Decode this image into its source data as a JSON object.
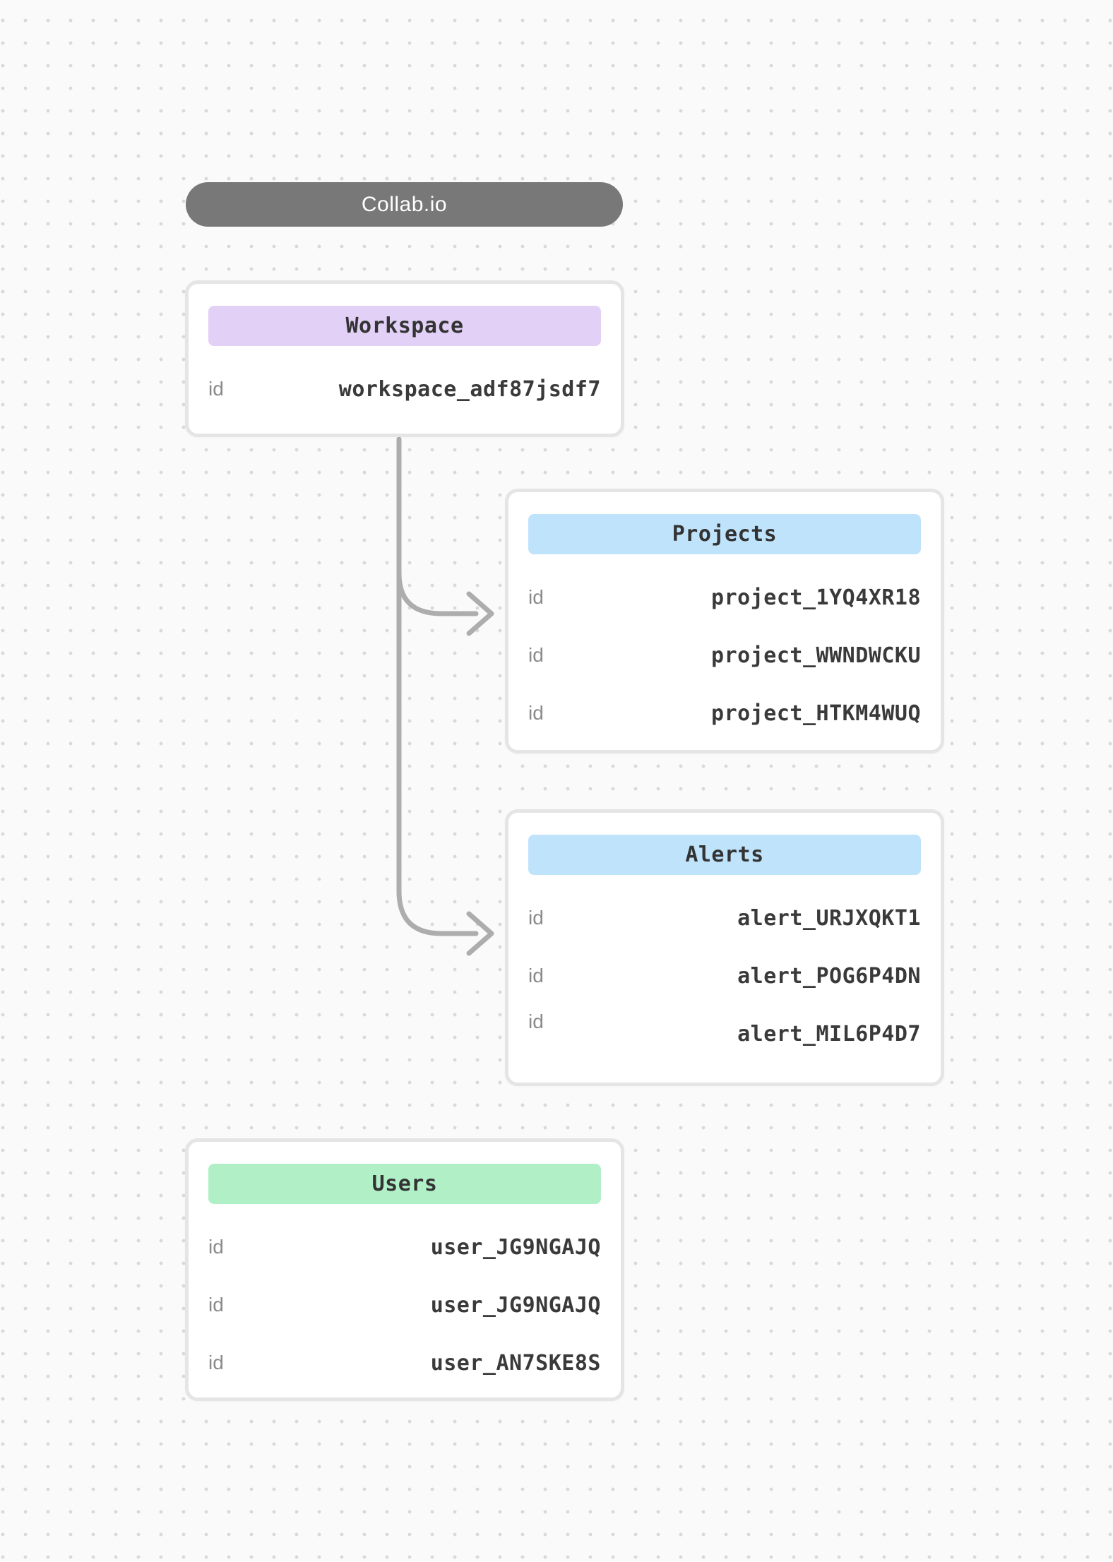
{
  "app": {
    "title": "Collab.io"
  },
  "colors": {
    "pill_bg": "#787878",
    "connector": "#adadad",
    "card_border": "#e5e5e5",
    "workspace_header_bg": "#e3d0f7",
    "projects_header_bg": "#bee3fb",
    "alerts_header_bg": "#bee3fb",
    "users_header_bg": "#b1f0c7",
    "id_label_text": "#8a8a8a",
    "value_text": "#3a3a3a"
  },
  "cards": [
    {
      "key": "workspace",
      "title": "Workspace",
      "header_color": "#e3d0f7",
      "rows": [
        {
          "label": "id",
          "value": "workspace_adf87jsdf7"
        }
      ]
    },
    {
      "key": "projects",
      "title": "Projects",
      "header_color": "#bee3fb",
      "rows": [
        {
          "label": "id",
          "value": "project_1YQ4XR18"
        },
        {
          "label": "id",
          "value": "project_WWNDWCKU"
        },
        {
          "label": "id",
          "value": "project_HTKM4WUQ"
        }
      ]
    },
    {
      "key": "alerts",
      "title": "Alerts",
      "header_color": "#bee3fb",
      "rows": [
        {
          "label": "id",
          "value": "alert_URJXQKT1"
        },
        {
          "label": "id",
          "value": "alert_POG6P4DN"
        },
        {
          "label": "id",
          "value": "alert_MIL6P4D7"
        }
      ]
    },
    {
      "key": "users",
      "title": "Users",
      "header_color": "#b1f0c7",
      "rows": [
        {
          "label": "id",
          "value": "user_JG9NGAJQ"
        },
        {
          "label": "id",
          "value": "user_JG9NGAJQ"
        },
        {
          "label": "id",
          "value": "user_AN7SKE8S"
        }
      ]
    }
  ]
}
